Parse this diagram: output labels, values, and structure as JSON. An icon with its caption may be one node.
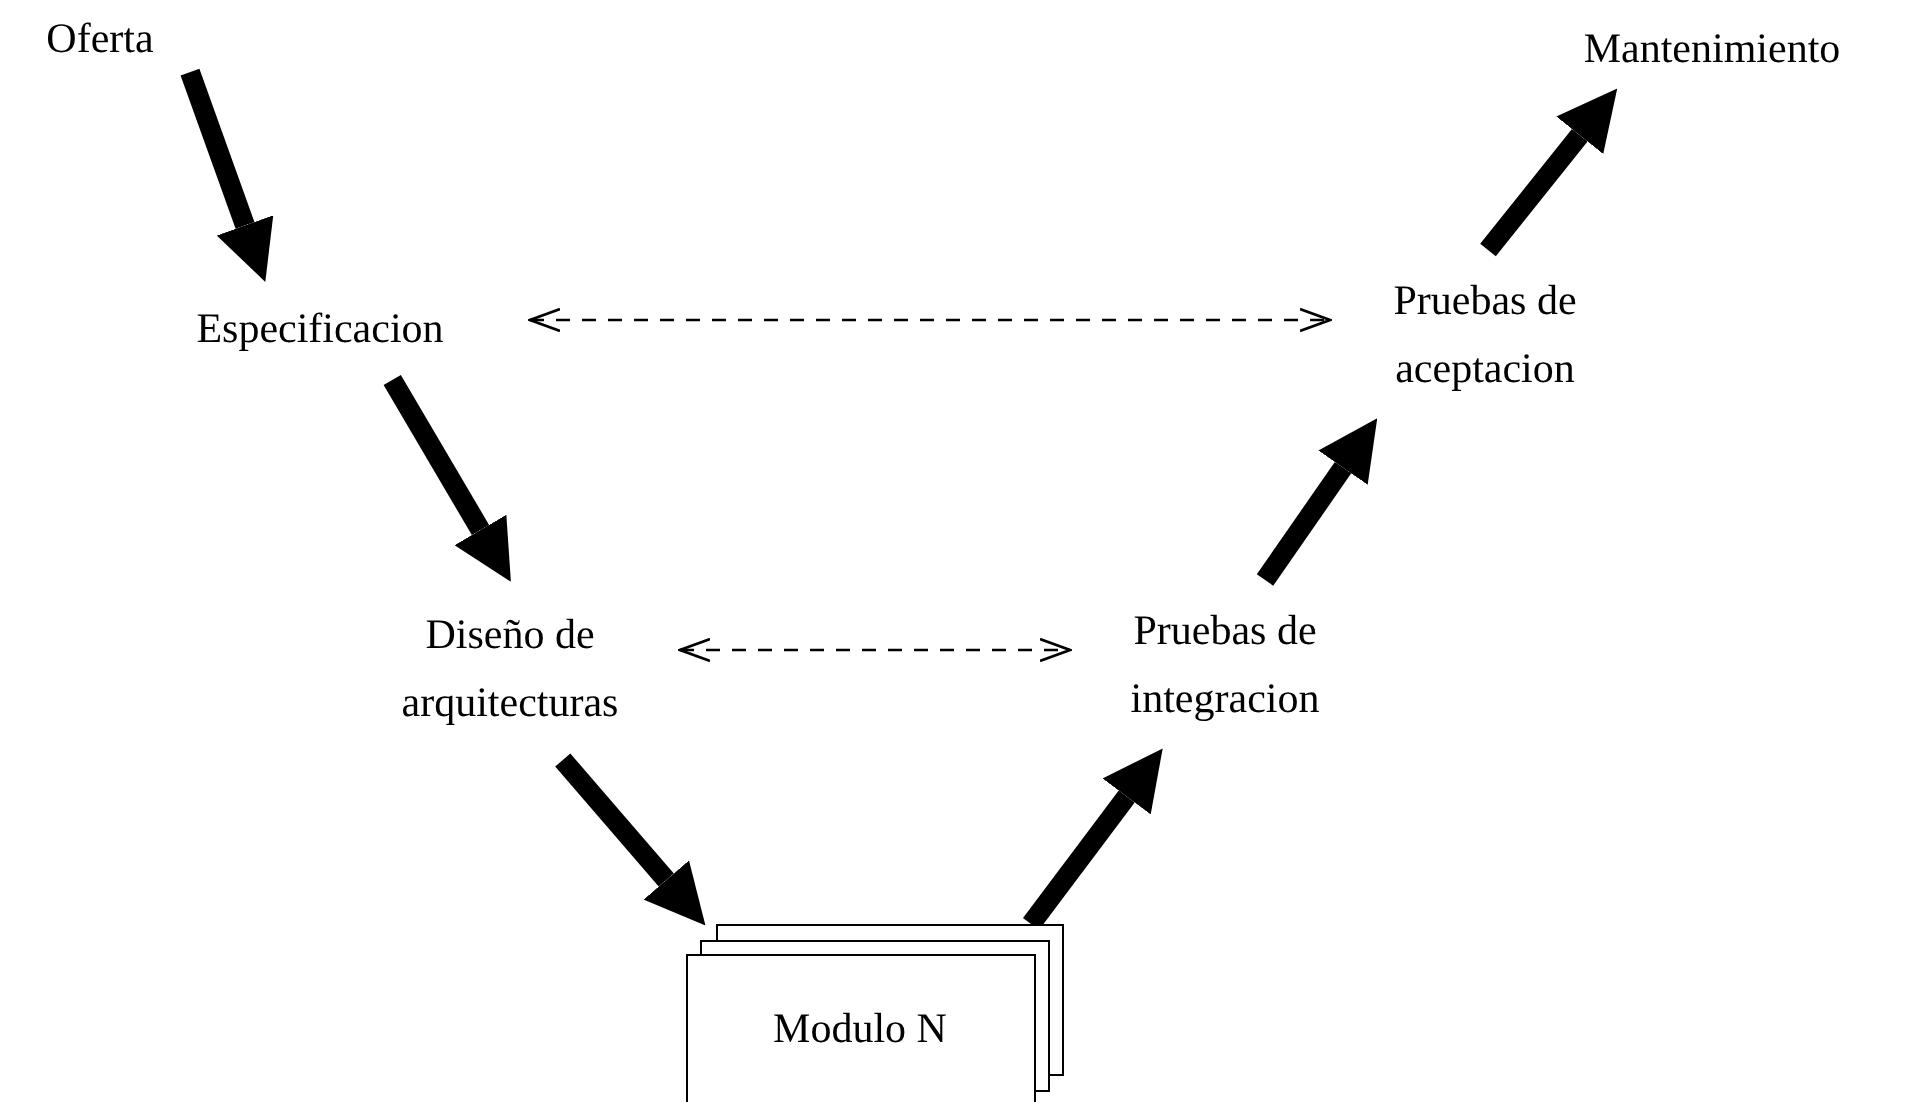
{
  "diagram": {
    "nodes": [
      {
        "text": [
          "Oferta"
        ]
      },
      {
        "text": [
          "Especificacion"
        ]
      },
      {
        "text": [
          "Diseño de arquitecturas"
        ]
      },
      {
        "text": [
          "Modulo N"
        ]
      },
      {
        "text": [
          "Pruebas de integracion"
        ]
      },
      {
        "text": [
          "Pruebas de aceptacion"
        ]
      },
      {
        "text": [
          "Mantenimiento"
        ]
      }
    ],
    "edges": [
      {
        "from": 0,
        "to": 1,
        "arrow": "to"
      },
      {
        "from": 1,
        "to": 2,
        "arrow": "to"
      },
      {
        "from": 2,
        "to": 3,
        "arrow": "to"
      },
      {
        "from": 3,
        "to": 4,
        "arrow": "to"
      },
      {
        "from": 4,
        "to": 5,
        "arrow": "to"
      },
      {
        "from": 5,
        "to": 6,
        "arrow": "to"
      },
      {
        "from": 1,
        "to": 5,
        "arrow": "both",
        "style": "dashed"
      },
      {
        "from": 2,
        "to": 4,
        "arrow": "both",
        "style": "dashed"
      }
    ]
  }
}
